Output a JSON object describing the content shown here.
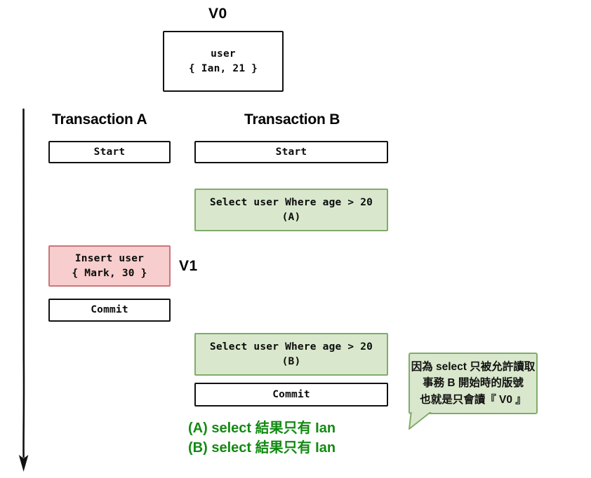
{
  "diagram": {
    "title_version": "V0",
    "version_after_insert": "V1",
    "initial_record": {
      "table": "user",
      "row": "{ Ian, 21 }"
    },
    "columns": [
      {
        "id": "a",
        "title": "Transaction A"
      },
      {
        "id": "b",
        "title": "Transaction B"
      }
    ],
    "transaction_a": {
      "start_label": "Start",
      "insert_line1": "Insert user",
      "insert_line2": "{ Mark, 30 }",
      "commit_label": "Commit"
    },
    "transaction_b": {
      "start_label": "Start",
      "select_a_line1": "Select user Where age > 20",
      "select_a_line2": "(A)",
      "select_b_line1": "Select user Where age > 20",
      "select_b_line2": "(B)",
      "commit_label": "Commit"
    },
    "results": [
      "(A) select 結果只有 Ian",
      "(B) select 結果只有 Ian"
    ],
    "callout": [
      "因為 select 只被允許讀取",
      "事務 B 開始時的版號",
      "也就是只會讀『 V0 』"
    ],
    "colors": {
      "green_fill": "#d9e8cc",
      "green_border": "#81ab6b",
      "red_fill": "#f7cdcd",
      "red_border": "#c9777a",
      "result_text": "#128a12",
      "ink": "#111111"
    }
  }
}
